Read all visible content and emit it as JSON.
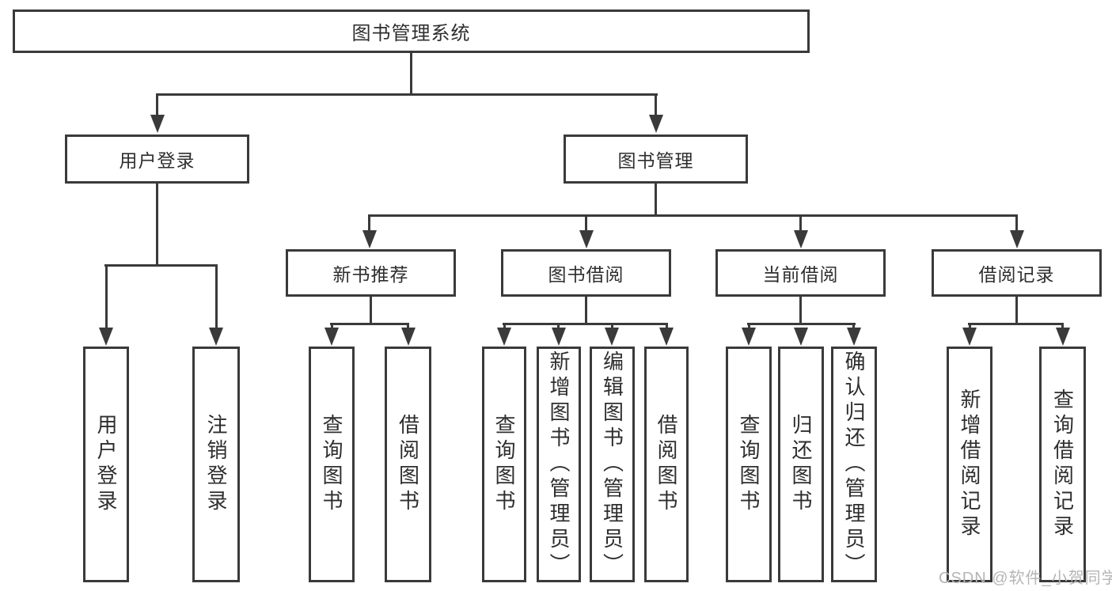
{
  "diagram": {
    "root": {
      "label": "图书管理系统"
    },
    "level2": [
      {
        "label": "用户登录"
      },
      {
        "label": "图书管理"
      }
    ],
    "level3": [
      {
        "label": "新书推荐"
      },
      {
        "label": "图书借阅"
      },
      {
        "label": "当前借阅"
      },
      {
        "label": "借阅记录"
      }
    ],
    "leaves": {
      "user_login": [
        "用户登录",
        "注销登录"
      ],
      "new_books": [
        "查询图书",
        "借阅图书"
      ],
      "book_borrow": [
        "查询图书",
        "新增图书（管理员）",
        "编辑图书（管理员）",
        "借阅图书"
      ],
      "current_borrow": [
        "查询图书",
        "归还图书",
        "确认归还（管理员）"
      ],
      "borrow_records": [
        "新增借阅记录",
        "查询借阅记录"
      ]
    }
  },
  "colors": {
    "line": "#3a3a3a",
    "text": "#2e2e2e",
    "background": "#ffffff",
    "watermark": "#b5b5b5"
  },
  "watermark": {
    "text": "CSDN @软件_小贺同学"
  }
}
